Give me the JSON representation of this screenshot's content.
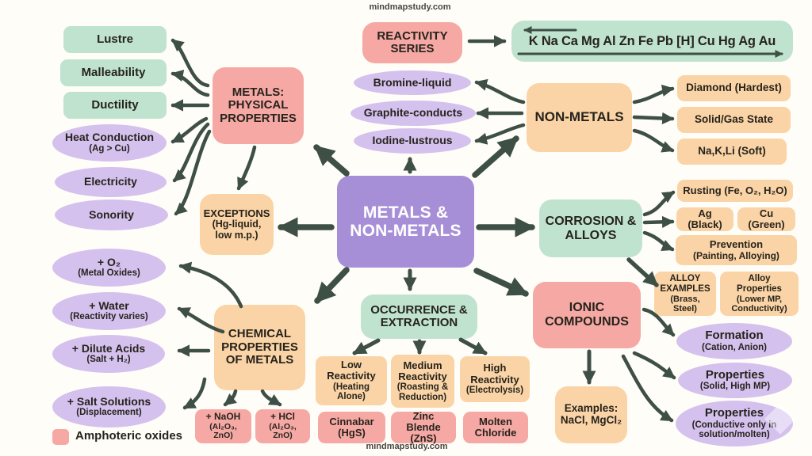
{
  "brand": {
    "top": "mindmapstudy.com",
    "bottom": "mindmapstudy.com"
  },
  "center": {
    "line1": "METALS &",
    "line2": "NON-METALS"
  },
  "reactivity": {
    "title": "REACTIVITY SERIES",
    "series": "K Na Ca Mg Al Zn Fe Pb [H] Cu Hg Ag Au"
  },
  "physical": {
    "title": "METALS: PHYSICAL PROPERTIES",
    "green_items": [
      "Lustre",
      "Malleability",
      "Ductility"
    ],
    "heat": {
      "title": "Heat Conduction",
      "sub": "(Ag > Cu)"
    },
    "electricity": "Electricity",
    "sonority": "Sonority"
  },
  "exceptions": {
    "title": "EXCEPTIONS",
    "sub": "(Hg-liquid, low m.p.)"
  },
  "nonmetals": {
    "title": "NON-METALS",
    "left_items": [
      "Bromine-liquid",
      "Graphite-conducts",
      "Iodine-lustrous"
    ],
    "right_items": [
      "Diamond (Hardest)",
      "Solid/Gas State",
      "Na,K,Li (Soft)"
    ]
  },
  "corrosion": {
    "title": "CORROSION & ALLOYS",
    "rusting": "Rusting (Fe, O₂, H₂O)",
    "ag": "Ag (Black)",
    "cu": "Cu (Green)",
    "prevention": {
      "title": "Prevention",
      "sub": "(Painting, Alloying)"
    },
    "alloy_examples": {
      "title": "ALLOY EXAMPLES",
      "sub": "(Brass, Steel)"
    },
    "alloy_props": {
      "title": "Alloy Properties",
      "sub": "(Lower MP, Conductivity)"
    }
  },
  "ionic": {
    "title": "IONIC COMPOUNDS",
    "examples": {
      "title": "Examples:",
      "sub": "NaCl, MgCl₂"
    },
    "items": [
      {
        "title": "Formation",
        "sub": "(Cation, Anion)"
      },
      {
        "title": "Properties",
        "sub": "(Solid, High MP)"
      },
      {
        "title": "Properties",
        "sub": "(Conductive only in solution/molten)"
      }
    ]
  },
  "occurrence": {
    "title": "OCCURRENCE & EXTRACTION",
    "levels": [
      {
        "title": "Low Reactivity",
        "sub": "(Heating Alone)"
      },
      {
        "title": "Medium Reactivity",
        "sub": "(Roasting & Reduction)"
      },
      {
        "title": "High Reactivity",
        "sub": "(Electrolysis)"
      }
    ],
    "ores": [
      {
        "title": "Cinnabar",
        "sub": "(HgS)"
      },
      {
        "title": "Zinc Blende",
        "sub": "(ZnS)"
      },
      {
        "title": "Molten",
        "sub": "Chloride"
      }
    ]
  },
  "chemical": {
    "title": "CHEMICAL PROPERTIES OF METALS",
    "items": [
      {
        "title": "+ O₂",
        "sub": "(Metal Oxides)"
      },
      {
        "title": "+ Water",
        "sub": "(Reactivity varies)"
      },
      {
        "title": "+ Dilute Acids",
        "sub": "(Salt + H₂)"
      },
      {
        "title": "+ Salt Solutions",
        "sub": "(Displacement)"
      }
    ],
    "amphoteric": [
      {
        "title": "+ NaOH",
        "sub": "(Al₂O₃, ZnO)"
      },
      {
        "title": "+ HCl",
        "sub": "(Al₂O₃, ZnO)"
      }
    ]
  },
  "legend": {
    "label": "Amphoteric oxides"
  },
  "colors": {
    "green": "#c0e3cf",
    "pink": "#f6a9a4",
    "orange": "#fad4a6",
    "lavender": "#d4c1ee",
    "purple_center": "#a78fd8",
    "arrow": "#3e4f45"
  }
}
